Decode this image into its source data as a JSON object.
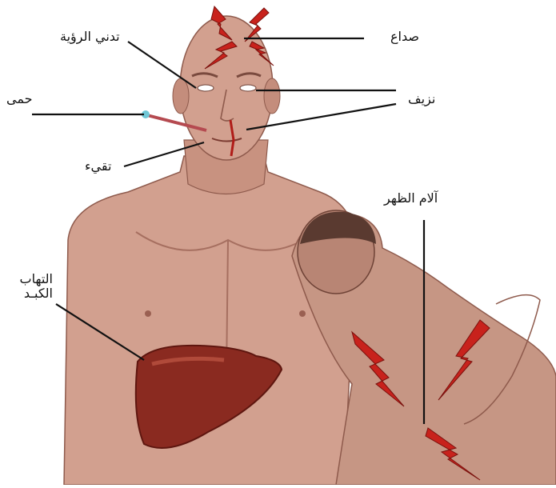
{
  "labels": {
    "headache": "صداع",
    "blurred_vision": "تدني الرؤية",
    "fever": "حمى",
    "bleeding": "نزيف",
    "vomiting": "تقيء",
    "back_pain": "آلام الظهر",
    "hepatitis_line1": "التهاب",
    "hepatitis_line2": "الكبـد"
  },
  "colors": {
    "skin": "#d2a08f",
    "skin_shadow": "#b47e6e",
    "skin_dark": "#8e5a4c",
    "liver": "#8a2a20",
    "liver_light": "#b04a3a",
    "lightning": "#c8221c",
    "leader_line": "#111111"
  }
}
